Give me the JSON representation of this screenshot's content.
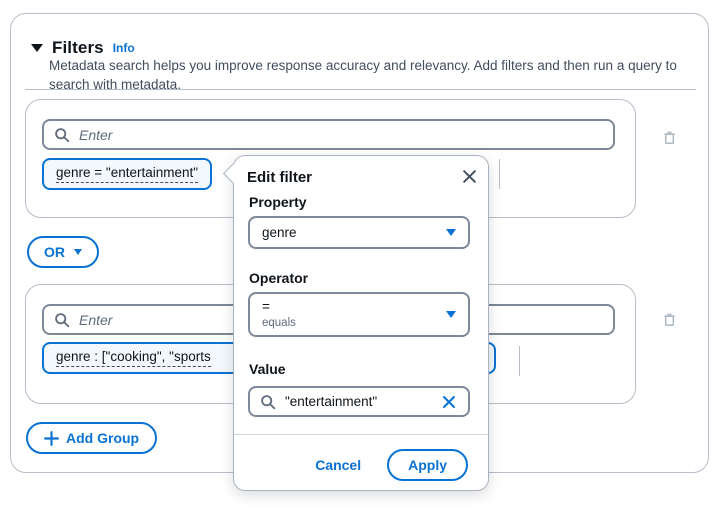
{
  "header": {
    "title": "Filters",
    "info_label": "Info",
    "description": "Metadata search helps you improve response accuracy and relevancy. Add filters and then run a query to search with metadata."
  },
  "groups": [
    {
      "search_placeholder": "Enter",
      "token": "genre = \"entertainment\""
    },
    {
      "search_placeholder": "Enter",
      "token": "genre : [\"cooking\", \"sports"
    }
  ],
  "or_button": {
    "label": "OR"
  },
  "add_group_button": {
    "label": "Add Group"
  },
  "popover": {
    "title": "Edit filter",
    "property": {
      "label": "Property",
      "value": "genre"
    },
    "operator": {
      "label": "Operator",
      "value": "=",
      "description": "equals"
    },
    "value": {
      "label": "Value",
      "text": "\"entertainment\""
    },
    "cancel_label": "Cancel",
    "apply_label": "Apply"
  },
  "icons": {
    "collapse": "triangle-down",
    "info": "link",
    "search": "magnifying-glass",
    "remove_group": "trash-can",
    "dropdown_caret": "caret-down-filled",
    "close": "x",
    "clear_value": "x-blue",
    "add": "plus"
  },
  "colors": {
    "accent": "#0972d3",
    "text": "#0f141a",
    "secondary_text": "#5f6b7a",
    "description_text": "#414d5c",
    "input_border": "#7d8998",
    "container_border": "#b6bec9",
    "token_background": "#f2f8fd"
  }
}
